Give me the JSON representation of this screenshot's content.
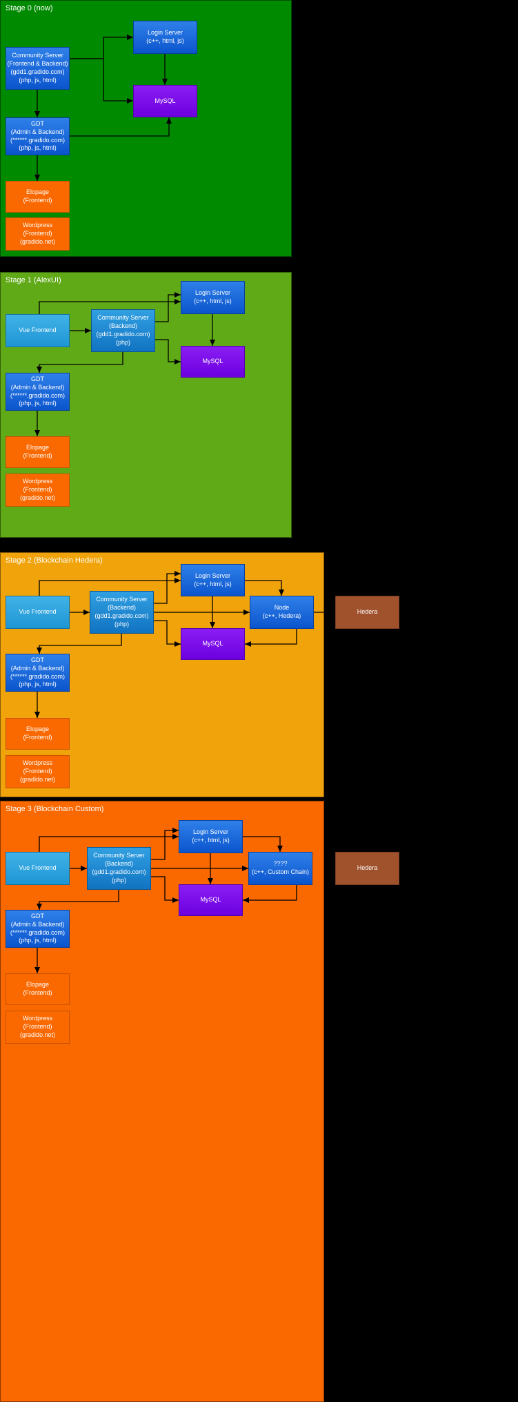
{
  "stages": [
    {
      "label": "Stage 0 (now)",
      "nodes": {
        "community": "Community Server\n(Frontend & Backend)\n(gdd1.gradido.com)\n(php, js, html)",
        "login": "Login Server\n(c++, html, js)",
        "mysql": "MySQL",
        "gdt": "GDT\n(Admin & Backend)\n(******.gradido.com)\n(php, js, html)",
        "elopage": "Elopage\n(Frontend)",
        "wordpress": "Wordpress\n(Frontend)\n(gradido.net)"
      },
      "edges": [
        "community→login",
        "community→mysql",
        "login→mysql",
        "gdt→mysql",
        "community→gdt",
        "gdt→elopage"
      ]
    },
    {
      "label": "Stage 1 (AlexUI)",
      "nodes": {
        "vue": "Vue Frontend",
        "community": "Community Server\n(Backend)\n(gdd1.gradido.com)\n(php)",
        "login": "Login Server\n(c++, html, js)",
        "mysql": "MySQL",
        "gdt": "GDT\n(Admin & Backend)\n(******.gradido.com)\n(php, js, html)",
        "elopage": "Elopage\n(Frontend)",
        "wordpress": "Wordpress\n(Frontend)\n(gradido.net)"
      },
      "edges": [
        "vue→login",
        "vue→community",
        "community→login",
        "community→mysql",
        "login→mysql",
        "community→gdt",
        "gdt→elopage"
      ]
    },
    {
      "label": "Stage 2 (Blockchain Hedera)",
      "nodes": {
        "vue": "Vue Frontend",
        "community": "Community Server\n(Backend)\n(gdd1.gradido.com)\n(php)",
        "login": "Login Server\n(c++, html, js)",
        "node": "Node\n(c++, Hedera)",
        "mysql": "MySQL",
        "gdt": "GDT\n(Admin & Backend)\n(******.gradido.com)\n(php, js, html)",
        "elopage": "Elopage\n(Frontend)",
        "wordpress": "Wordpress\n(Frontend)\n(gradido.net)",
        "hedera": "Hedera"
      },
      "edges": [
        "vue→login",
        "vue→community",
        "community→login",
        "community→mysql",
        "community→node",
        "login→mysql",
        "login→node",
        "node→mysql",
        "node→hedera",
        "community→gdt",
        "gdt→elopage"
      ]
    },
    {
      "label": "Stage 3 (Blockchain Custom)",
      "nodes": {
        "vue": "Vue Frontend",
        "community": "Community Server\n(Backend)\n(gdd1.gradido.com)\n(php)",
        "login": "Login Server\n(c++, html, js)",
        "custom": "????\n(c++, Custom Chain)",
        "mysql": "MySQL",
        "gdt": "GDT\n(Admin & Backend)\n(******.gradido.com)\n(php, js, html)",
        "elopage": "Elopage\n(Frontend)",
        "wordpress": "Wordpress\n(Frontend)\n(gradido.net)",
        "hedera": "Hedera"
      },
      "edges": [
        "vue→login",
        "vue→community",
        "community→login",
        "community→mysql",
        "community→custom",
        "login→mysql",
        "login→custom",
        "custom→mysql",
        "community→gdt",
        "gdt→elopage"
      ]
    }
  ],
  "colors": {
    "background": "#000000",
    "stage0": "#008a00",
    "stage1": "#60a917",
    "stage2": "#f0a30a",
    "stage3": "#fa6800",
    "node_blue_top": "#2f80e9",
    "node_blue_bottom": "#0b55cd",
    "node_blue_border": "#0a3f9b",
    "node_cyan_top": "#41b2e8",
    "node_cyan_bottom": "#1e96d4",
    "node_cyan_border": "#16719f",
    "node_mblue_top": "#31a0e2",
    "node_mblue_bottom": "#1173c2",
    "node_mblue_border": "#0c5691",
    "node_purple_top": "#8b1df4",
    "node_purple_bottom": "#6c00df",
    "node_purple_border": "#5300a9",
    "node_orange": "#fa6800",
    "node_orange_border": "#c85300",
    "node_brown": "#a0522d",
    "node_brown_border": "#7a3d20",
    "arrow": "#000000",
    "text": "#ffffff"
  }
}
